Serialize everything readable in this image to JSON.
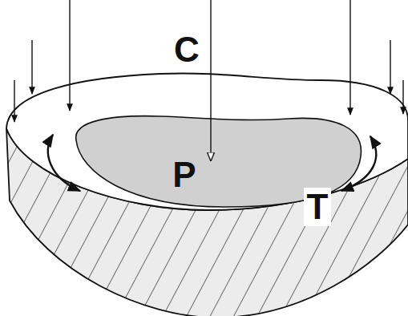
{
  "diagram": {
    "labels": [
      "C",
      "P",
      "T"
    ]
  }
}
